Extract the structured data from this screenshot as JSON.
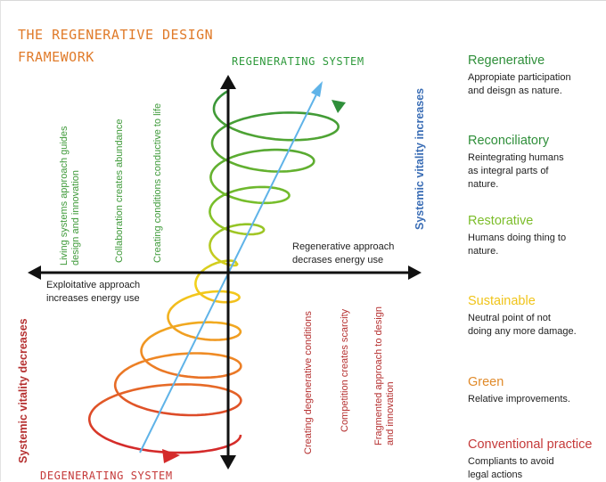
{
  "title": {
    "line1": "THE REGENERATIVE DESIGN",
    "line2": "FRAMEWORK"
  },
  "axes": {
    "top": "REGENERATING SYSTEM",
    "bottom": "DEGENERATING SYSTEM",
    "right_vertical": "Systemic vitality increases",
    "left_vertical": "Systemic vitality decreases"
  },
  "quadrant_text": {
    "upper_left": [
      [
        "Living systems approach guides",
        "design and innovation"
      ],
      [
        "Collaboration creates abundance"
      ],
      [
        "Creating conditions conductive to life"
      ]
    ],
    "lower_right": [
      [
        "Creating degenerative conditions"
      ],
      [
        "Competition creates scarcity"
      ],
      [
        "Fragmented approach to design",
        "and innovation"
      ]
    ],
    "right_horizontal": [
      "Regenerative approach",
      "decrases energy use"
    ],
    "left_horizontal": [
      "Exploitative approach",
      "increases energy use"
    ]
  },
  "legend": [
    {
      "title": "Regenerative",
      "color": "#2f8f3a",
      "desc": [
        "Appropiate participation",
        "and deisgn as nature."
      ]
    },
    {
      "title": "Reconciliatory",
      "color": "#2f8f3a",
      "desc": [
        "Reintegrating humans",
        "as integral parts of",
        "nature."
      ]
    },
    {
      "title": "Restorative",
      "color": "#7cbd2a",
      "desc": [
        "Humans doing thing to",
        "nature."
      ]
    },
    {
      "title": "Sustainable",
      "color": "#f0c419",
      "desc": [
        "Neutral point of not",
        "doing any more damage."
      ]
    },
    {
      "title": "Green",
      "color": "#e08a2a",
      "desc": [
        "Relative improvements."
      ]
    },
    {
      "title": "Conventional practice",
      "color": "#c53a3a",
      "desc": [
        "Compliants to avoid",
        "legal actions"
      ]
    }
  ],
  "colors": {
    "arrow_blue": "#5fb3e8",
    "axis": "#111111",
    "spiral_top": "#2f8f3a",
    "spiral_bottom": "#d42a2a"
  }
}
